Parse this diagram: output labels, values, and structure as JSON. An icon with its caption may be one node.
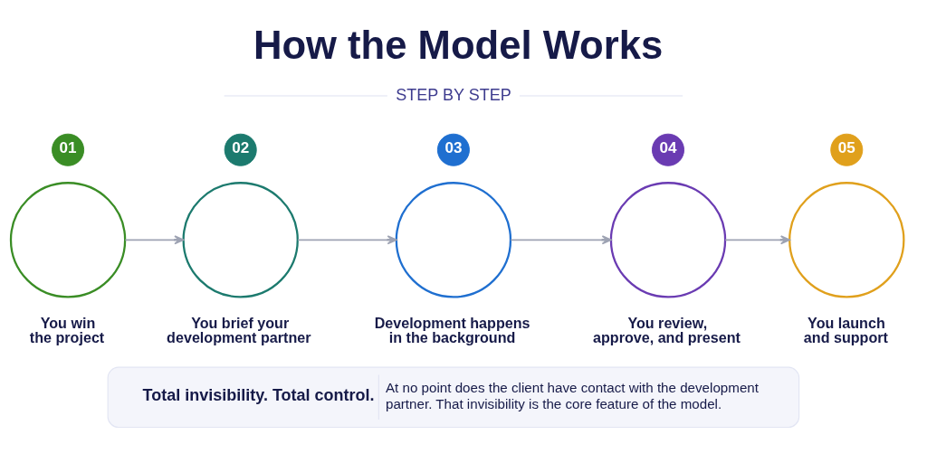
{
  "diagram": {
    "title": "How the Model Works",
    "nodes": [
      {
        "text": [
          "01"
        ]
      },
      {
        "text": [],
        "shape": "circle",
        "beside": [
          "You win the project"
        ]
      },
      {
        "text": [
          "02"
        ]
      },
      {
        "text": [],
        "shape": "circle",
        "beside": [
          "You brief your development partner"
        ]
      },
      {
        "text": [
          "03"
        ]
      },
      {
        "text": [],
        "shape": "circle",
        "beside": [
          "Development happens in the background"
        ]
      },
      {
        "text": [
          "04"
        ]
      },
      {
        "text": [],
        "shape": "circle",
        "beside": [
          "You review, approve, and present"
        ]
      },
      {
        "text": [
          "05"
        ]
      },
      {
        "text": [],
        "shape": "circle",
        "beside": [
          "You launch and support"
        ]
      },
      {
        "text": [
          "Total invisibility. Total control.",
          "At no point does the client have contact with the development partner. That invisibility is the core feature of the model."
        ]
      }
    ],
    "edges": [
      {
        "from": 1,
        "to": 3,
        "arrow": "to"
      },
      {
        "from": 3,
        "to": 5,
        "arrow": "to"
      },
      {
        "from": 5,
        "to": 7,
        "arrow": "to"
      },
      {
        "from": 7,
        "to": 9,
        "arrow": "to"
      }
    ],
    "labels": [
      "STEP BY STEP"
    ]
  }
}
